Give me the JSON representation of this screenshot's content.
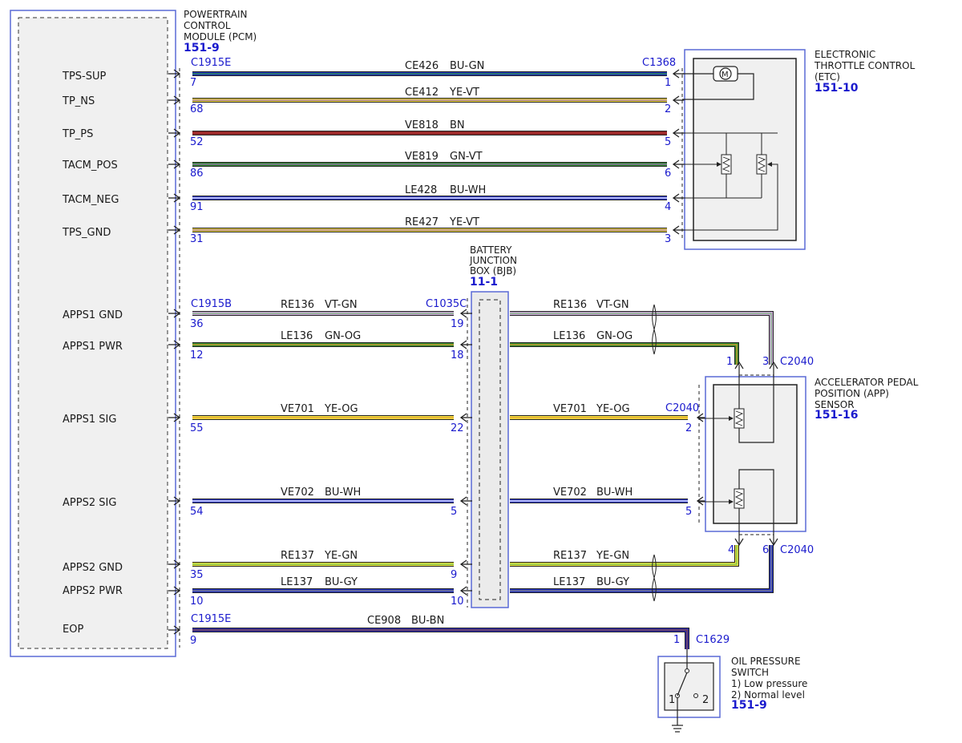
{
  "pcm": {
    "title_lines": [
      "POWERTRAIN",
      "CONTROL",
      "MODULE (PCM)"
    ],
    "ref": "151-9",
    "pins": [
      "TPS-SUP",
      "TP_NS",
      "TP_PS",
      "TACM_POS",
      "TACM_NEG",
      "TPS_GND",
      "APPS1 GND",
      "APPS1 PWR",
      "APPS1 SIG",
      "APPS2 SIG",
      "APPS2 GND",
      "APPS2 PWR",
      "EOP"
    ]
  },
  "etc": {
    "title_lines": [
      "ELECTRONIC",
      "THROTTLE CONTROL",
      "(ETC)"
    ],
    "ref": "151-10",
    "motor": "M"
  },
  "bjb": {
    "title_lines": [
      "BATTERY",
      "JUNCTION",
      "BOX (BJB)"
    ],
    "ref": "11-1"
  },
  "app": {
    "title_lines": [
      "ACCELERATOR PEDAL",
      "POSITION (APP)",
      "SENSOR"
    ],
    "ref": "151-16"
  },
  "ops": {
    "title_lines": [
      "OIL PRESSURE",
      "SWITCH",
      "1) Low pressure",
      "2) Normal level"
    ],
    "ref": "151-9",
    "contacts": [
      "1",
      "2"
    ]
  },
  "connectors": {
    "c1915e_top": "C1915E",
    "c1368": "C1368",
    "c1915b": "C1915B",
    "c1035c": "C1035C",
    "c2040_top": "C2040",
    "c2040_mid": "C2040",
    "c2040_bot": "C2040",
    "c1915e_bot": "C1915E",
    "c1629": "C1629"
  },
  "circuits_top": [
    {
      "circuit": "CE426",
      "color": "BU-GN",
      "pin_left": "7",
      "pin_right": "1",
      "stroke": "#1f2fbf",
      "stripe": "#2f9a3a"
    },
    {
      "circuit": "CE412",
      "color": "YE-VT",
      "pin_left": "68",
      "pin_right": "2",
      "stroke": "#e8d23a",
      "stripe": "#9b6bb5"
    },
    {
      "circuit": "VE818",
      "color": "BN",
      "pin_left": "52",
      "pin_right": "5",
      "stroke": "#9b2a2a",
      "stripe": "#9b2a2a"
    },
    {
      "circuit": "VE819",
      "color": "GN-VT",
      "pin_left": "86",
      "pin_right": "6",
      "stroke": "#2f8a2f",
      "stripe": "#9b6bb5"
    },
    {
      "circuit": "LE428",
      "color": "BU-WH",
      "pin_left": "91",
      "pin_right": "4",
      "stroke": "#2a36c8",
      "stripe": "#ffffff"
    },
    {
      "circuit": "RE427",
      "color": "YE-VT",
      "pin_left": "31",
      "pin_right": "3",
      "stroke": "#e8d23a",
      "stripe": "#9b6bb5"
    }
  ],
  "circuits_bottom": [
    {
      "circuit": "RE136",
      "color": "VT-GN",
      "pin_left": "36",
      "pin_bjb": "19",
      "stroke": "#c9a3d6",
      "stripe": "#7fbf7f"
    },
    {
      "circuit": "LE136",
      "color": "GN-OG",
      "pin_left": "12",
      "pin_bjb": "18",
      "stroke": "#2f8a2f",
      "stripe": "#e8a030"
    },
    {
      "circuit": "VE701",
      "color": "YE-OG",
      "pin_left": "55",
      "pin_bjb": "22",
      "pin_app": "2",
      "stroke": "#f0e040",
      "stripe": "#e8a030"
    },
    {
      "circuit": "VE702",
      "color": "BU-WH",
      "pin_left": "54",
      "pin_bjb": "5",
      "pin_app": "5",
      "stroke": "#2a36c8",
      "stripe": "#ffffff"
    },
    {
      "circuit": "RE137",
      "color": "YE-GN",
      "pin_left": "35",
      "pin_bjb": "9",
      "stroke": "#e8e040",
      "stripe": "#6fbf4f"
    },
    {
      "circuit": "LE137",
      "color": "BU-GY",
      "pin_left": "10",
      "pin_bjb": "10",
      "stroke": "#1f2fbf",
      "stripe": "#8a8a8a"
    }
  ],
  "app_pins": {
    "p1": "1",
    "p3": "3",
    "p4": "4",
    "p6": "6"
  },
  "eop_wire": {
    "circuit": "CE908",
    "color": "BU-BN",
    "pin_left": "9",
    "pin_right": "1",
    "stroke": "#2a2ab8",
    "stripe": "#8a4a2a"
  }
}
